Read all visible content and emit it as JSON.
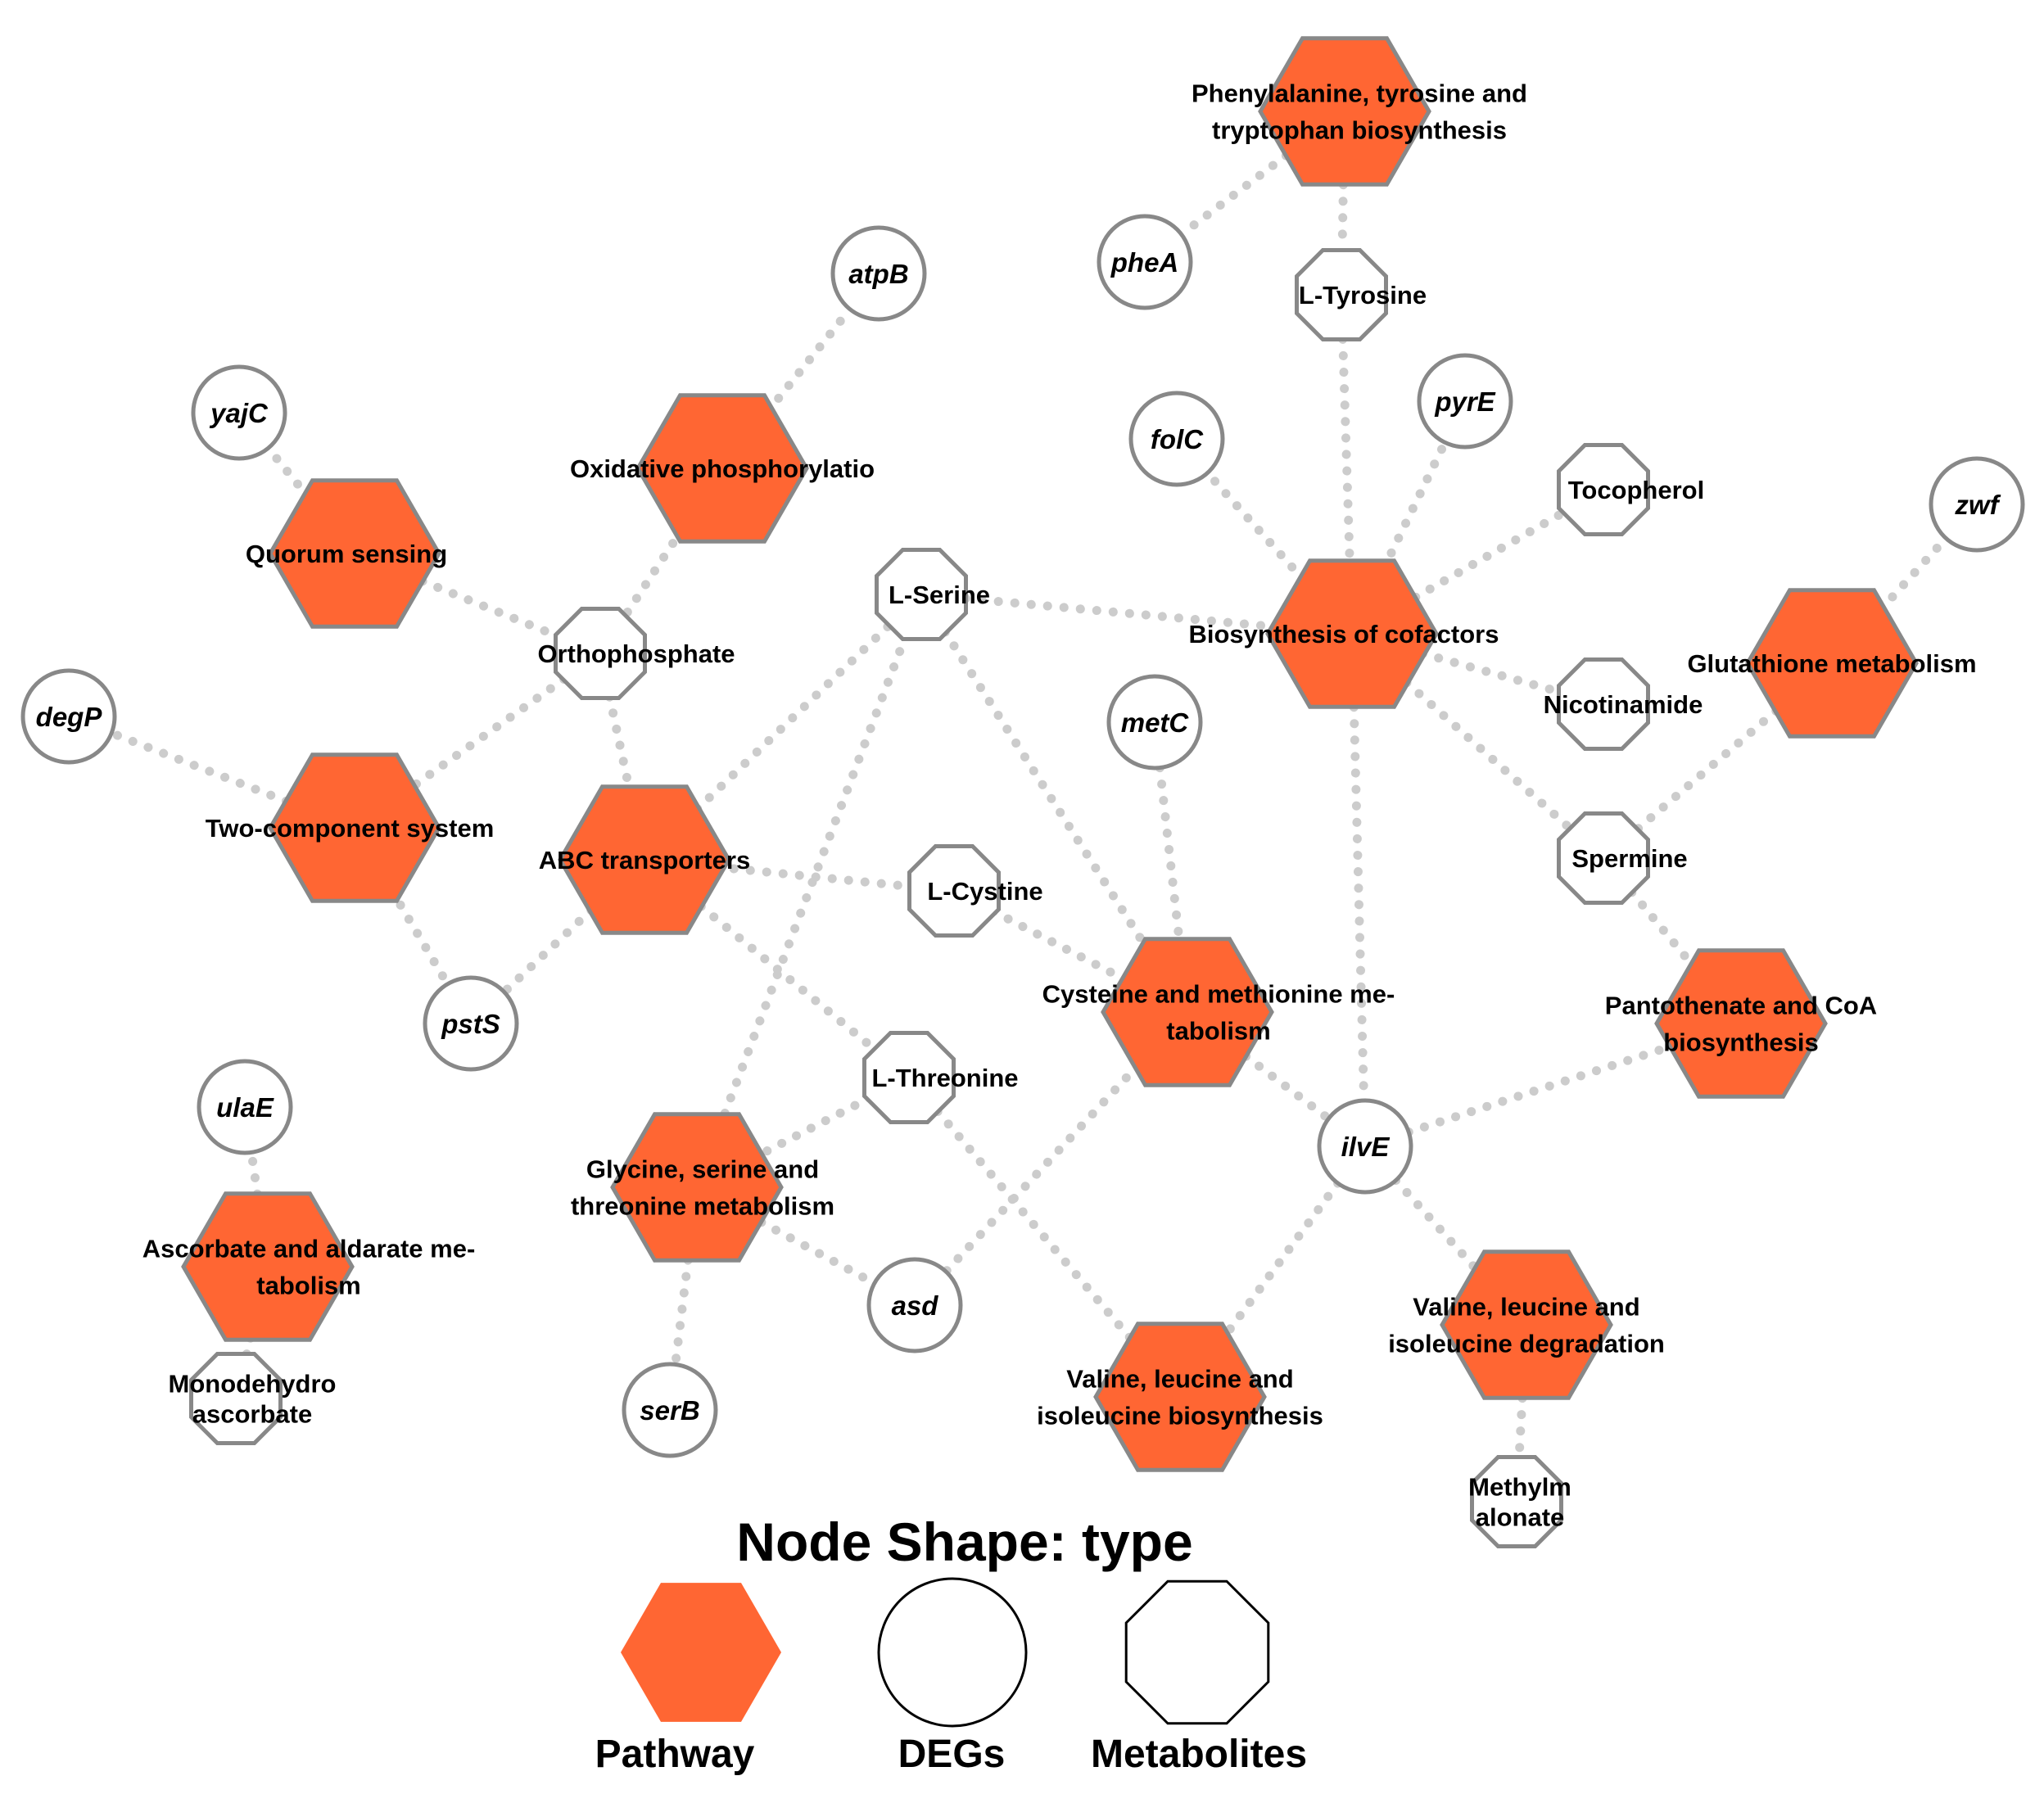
{
  "colors": {
    "pathway_fill": "#FF6633",
    "node_border": "#888888",
    "edge": "#CCCCCC",
    "legend_border": "#000000",
    "background": "#FFFFFF"
  },
  "nodes": [
    {
      "id": "pheTyrTrp",
      "type": "pathway",
      "lines": [
        "Phenylalanine, tyrosine and",
        "tryptophan biosynthesis"
      ]
    },
    {
      "id": "oxphos",
      "type": "pathway",
      "lines": [
        "Oxidative phosphorylatio"
      ]
    },
    {
      "id": "quorum",
      "type": "pathway",
      "lines": [
        "Quorum sensing"
      ]
    },
    {
      "id": "twocomp",
      "type": "pathway",
      "lines": [
        "Two-component system"
      ]
    },
    {
      "id": "abc",
      "type": "pathway",
      "lines": [
        "ABC transporters"
      ]
    },
    {
      "id": "cofactors",
      "type": "pathway",
      "lines": [
        "Biosynthesis of cofactors"
      ]
    },
    {
      "id": "glutathione",
      "type": "pathway",
      "lines": [
        "Glutathione metabolism"
      ]
    },
    {
      "id": "cysmet",
      "type": "pathway",
      "lines": [
        "Cysteine and methionine me-",
        "tabolism"
      ]
    },
    {
      "id": "pantothenate",
      "type": "pathway",
      "lines": [
        "Pantothenate and CoA",
        "biosynthesis"
      ]
    },
    {
      "id": "glyserthr",
      "type": "pathway",
      "lines": [
        "Glycine, serine and",
        "threonine metabolism"
      ]
    },
    {
      "id": "ascorbate",
      "type": "pathway",
      "lines": [
        "Ascorbate and aldarate me-",
        "tabolism"
      ]
    },
    {
      "id": "vlibio",
      "type": "pathway",
      "lines": [
        "Valine, leucine and",
        "isoleucine biosynthesis"
      ]
    },
    {
      "id": "vlideg",
      "type": "pathway",
      "lines": [
        "Valine, leucine and",
        "isoleucine degradation"
      ]
    },
    {
      "id": "pheA",
      "type": "deg",
      "lines": [
        "pheA"
      ]
    },
    {
      "id": "atpB",
      "type": "deg",
      "lines": [
        "atpB"
      ]
    },
    {
      "id": "yajC",
      "type": "deg",
      "lines": [
        "yajC"
      ]
    },
    {
      "id": "folC",
      "type": "deg",
      "lines": [
        "folC"
      ]
    },
    {
      "id": "pyrE",
      "type": "deg",
      "lines": [
        "pyrE"
      ]
    },
    {
      "id": "zwf",
      "type": "deg",
      "lines": [
        "zwf"
      ]
    },
    {
      "id": "degP",
      "type": "deg",
      "lines": [
        "degP"
      ]
    },
    {
      "id": "metC",
      "type": "deg",
      "lines": [
        "metC"
      ]
    },
    {
      "id": "pstS",
      "type": "deg",
      "lines": [
        "pstS"
      ]
    },
    {
      "id": "ulaE",
      "type": "deg",
      "lines": [
        "ulaE"
      ]
    },
    {
      "id": "ilvE",
      "type": "deg",
      "lines": [
        "ilvE"
      ]
    },
    {
      "id": "asd",
      "type": "deg",
      "lines": [
        "asd"
      ]
    },
    {
      "id": "serB",
      "type": "deg",
      "lines": [
        "serB"
      ]
    },
    {
      "id": "tyrosine",
      "type": "metabolite",
      "lines": [
        "L-Tyrosine"
      ]
    },
    {
      "id": "tocopherol",
      "type": "metabolite",
      "lines": [
        "Tocopherol"
      ]
    },
    {
      "id": "serine",
      "type": "metabolite",
      "lines": [
        "L-Serine"
      ]
    },
    {
      "id": "orthophosphate",
      "type": "metabolite",
      "lines": [
        "Orthophosphate"
      ]
    },
    {
      "id": "nicotinamide",
      "type": "metabolite",
      "lines": [
        "Nicotinamide"
      ]
    },
    {
      "id": "spermine",
      "type": "metabolite",
      "lines": [
        "Spermine"
      ]
    },
    {
      "id": "cystine",
      "type": "metabolite",
      "lines": [
        "L-Cystine"
      ]
    },
    {
      "id": "threonine",
      "type": "metabolite",
      "lines": [
        "L-Threonine"
      ]
    },
    {
      "id": "monodehydro",
      "type": "metabolite",
      "lines": [
        "Monodehydro",
        "ascorbate"
      ]
    },
    {
      "id": "methylmalonate",
      "type": "metabolite",
      "lines": [
        "Methylm",
        "alonate"
      ]
    }
  ],
  "edges": [
    [
      "pheTyrTrp",
      "pheA"
    ],
    [
      "pheTyrTrp",
      "tyrosine"
    ],
    [
      "tyrosine",
      "cofactors"
    ],
    [
      "oxphos",
      "atpB"
    ],
    [
      "oxphos",
      "orthophosphate"
    ],
    [
      "quorum",
      "yajC"
    ],
    [
      "quorum",
      "orthophosphate"
    ],
    [
      "orthophosphate",
      "twocomp"
    ],
    [
      "orthophosphate",
      "abc"
    ],
    [
      "twocomp",
      "degP"
    ],
    [
      "twocomp",
      "pstS"
    ],
    [
      "abc",
      "pstS"
    ],
    [
      "abc",
      "serine"
    ],
    [
      "abc",
      "cystine"
    ],
    [
      "abc",
      "threonine"
    ],
    [
      "serine",
      "cofactors"
    ],
    [
      "serine",
      "cysmet"
    ],
    [
      "serine",
      "glyserthr"
    ],
    [
      "cofactors",
      "folC"
    ],
    [
      "cofactors",
      "pyrE"
    ],
    [
      "cofactors",
      "tocopherol"
    ],
    [
      "cofactors",
      "nicotinamide"
    ],
    [
      "cofactors",
      "spermine"
    ],
    [
      "cofactors",
      "ilvE"
    ],
    [
      "glutathione",
      "zwf"
    ],
    [
      "glutathione",
      "spermine"
    ],
    [
      "spermine",
      "pantothenate"
    ],
    [
      "metC",
      "cysmet"
    ],
    [
      "cystine",
      "cysmet"
    ],
    [
      "cysmet",
      "ilvE"
    ],
    [
      "cysmet",
      "asd"
    ],
    [
      "ilvE",
      "pantothenate"
    ],
    [
      "ilvE",
      "vlideg"
    ],
    [
      "ilvE",
      "vlibio"
    ],
    [
      "threonine",
      "glyserthr"
    ],
    [
      "threonine",
      "vlibio"
    ],
    [
      "glyserthr",
      "serB"
    ],
    [
      "glyserthr",
      "asd"
    ],
    [
      "ascorbate",
      "ulaE"
    ],
    [
      "ascorbate",
      "monodehydro"
    ],
    [
      "vlideg",
      "methylmalonate"
    ]
  ],
  "legend": {
    "title": "Node Shape:  type",
    "items": [
      {
        "type": "pathway",
        "label": "Pathway"
      },
      {
        "type": "deg",
        "label": "DEGs"
      },
      {
        "type": "metabolite",
        "label": "Metabolites"
      }
    ]
  }
}
